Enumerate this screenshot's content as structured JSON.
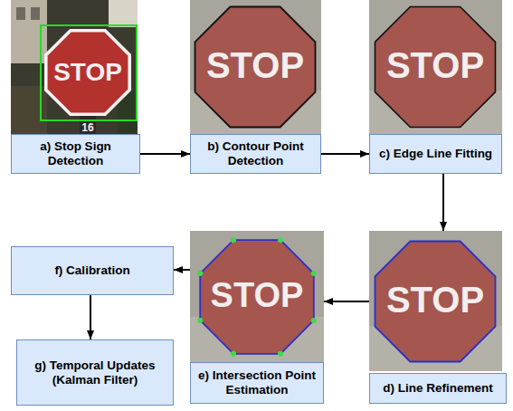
{
  "diagram": {
    "nodes": [
      {
        "text": [
          "a) Stop Sign Detection"
        ]
      },
      {
        "text": [
          "b) Contour Point Detection"
        ]
      },
      {
        "text": [
          "c) Edge Line Fitting"
        ]
      },
      {
        "text": [
          "d) Line Refinement"
        ]
      },
      {
        "text": [
          "e) Intersection Point Estimation"
        ]
      },
      {
        "text": [
          "f) Calibration"
        ]
      },
      {
        "text": [
          "g) Temporal Updates (Kalman Filter)"
        ]
      }
    ],
    "edges": [
      {
        "from": 0,
        "to": 1,
        "arrow": "to"
      },
      {
        "from": 1,
        "to": 2,
        "arrow": "to"
      },
      {
        "from": 2,
        "to": 3,
        "arrow": "to"
      },
      {
        "from": 3,
        "to": 4,
        "arrow": "to"
      },
      {
        "from": 4,
        "to": 5,
        "arrow": "to"
      },
      {
        "from": 5,
        "to": 6,
        "arrow": "to"
      }
    ],
    "labels": [
      "STOP",
      "16",
      "STOP",
      "STOP",
      "STOP",
      "STOP"
    ]
  }
}
